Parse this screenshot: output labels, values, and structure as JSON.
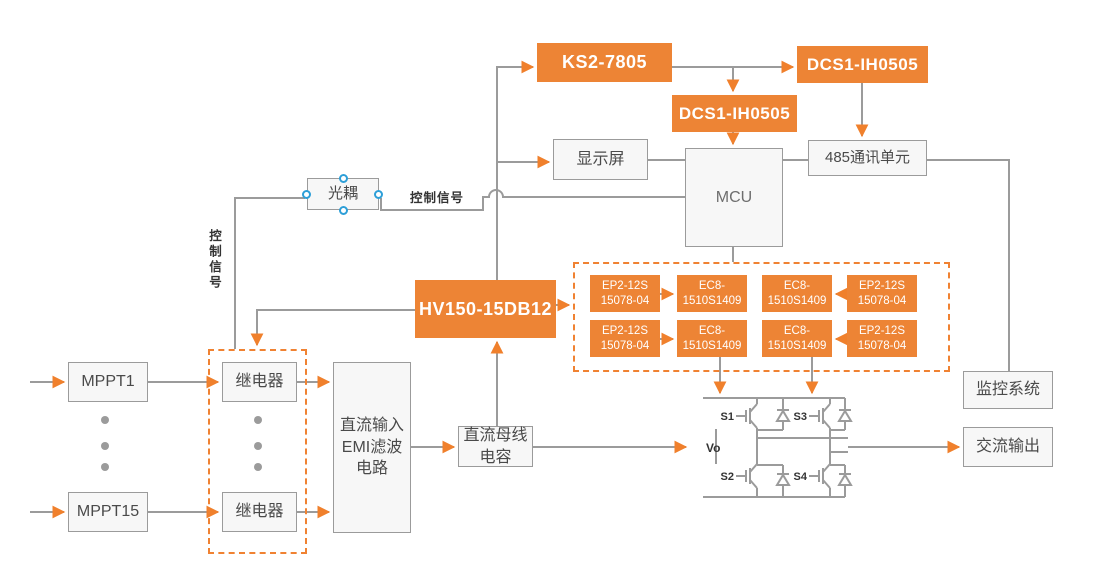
{
  "diagram": {
    "type": "solar-inverter-system-block-diagram"
  },
  "colors": {
    "module_orange": "#ED8435",
    "arrow_orange": "#F0802C",
    "dashed_orange": "#F08232",
    "wire_gray": "#9B9B9B",
    "block_fill": "#F7F7F7",
    "block_border": "#9B9B9B",
    "block_text": "#4A4A4A",
    "selection_handle_blue": "#2D9FD8",
    "annotation_black": "#333333"
  },
  "blocks": {
    "mppt1": "MPPT1",
    "mppt15": "MPPT15",
    "relay_top": "继电器",
    "relay_bottom": "继电器",
    "emi_filter": "直流输入\nEMI滤波\n电路",
    "bus_capacitor": "直流母线\n电容",
    "optocoupler": "光耦",
    "display": "显示屏",
    "mcu": "MCU",
    "comm_485": "485通讯单元",
    "monitor": "监控系统",
    "ac_output": "交流输出"
  },
  "power_modules": {
    "ks2": "KS2-7805",
    "dcs1_top": "DCS1-IH0505",
    "dcs1_mid": "DCS1-IH0505",
    "hv150": "HV150-15DB12",
    "ep2": "EP2-12S\n15078-04",
    "ec8": "EC8-\n1510S1409"
  },
  "annotations": {
    "control_signal_horizontal": "控制信号",
    "control_signal_vertical": "控制信号",
    "vo": "Vo",
    "s1": "S1",
    "s2": "S2",
    "s3": "S3",
    "s4": "S4"
  }
}
